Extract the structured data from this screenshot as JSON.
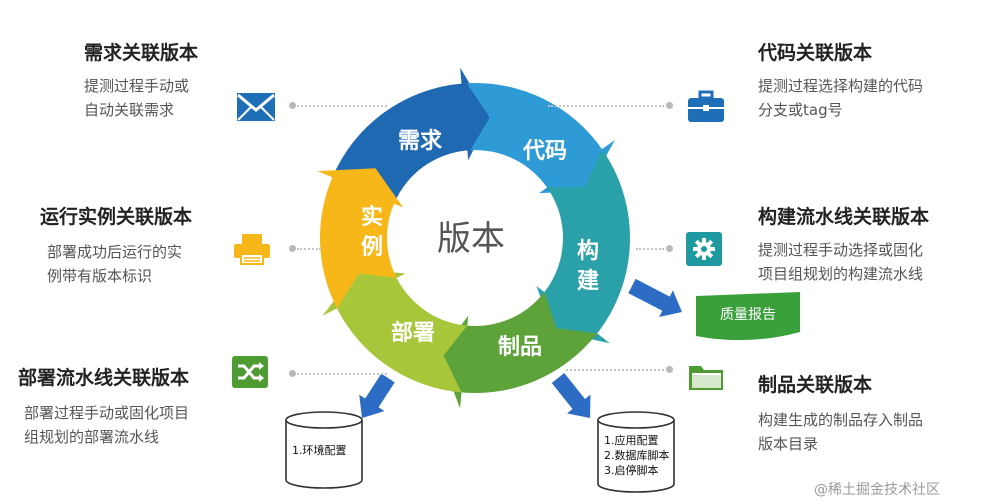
{
  "center_label": "版本",
  "segments": [
    {
      "label": "需求",
      "color": "#1f69b3"
    },
    {
      "label": "代码",
      "color": "#2e9bd6"
    },
    {
      "label": "构建",
      "color": "#2aa1a8"
    },
    {
      "label": "制品",
      "color": "#5ea33a"
    },
    {
      "label": "部署",
      "color": "#a8c63a"
    },
    {
      "label": "实例",
      "color": "#f7b718"
    }
  ],
  "left_items": [
    {
      "title": "需求关联版本",
      "desc": [
        "提测过程手动或",
        "自动关联需求"
      ],
      "icon": "envelope-icon"
    },
    {
      "title": "运行实例关联版本",
      "desc": [
        "部署成功后运行的实",
        "例带有版本标识"
      ],
      "icon": "printer-icon"
    },
    {
      "title": "部署流水线关联版本",
      "desc": [
        "部署过程手动或固化项目",
        "组规划的部署流水线"
      ],
      "icon": "shuffle-icon"
    }
  ],
  "right_items": [
    {
      "title": "代码关联版本",
      "desc": [
        "提测过程选择构建的代码",
        "分支或tag号"
      ],
      "icon": "briefcase-icon"
    },
    {
      "title": "构建流水线关联版本",
      "desc": [
        "提测过程手动选择或固化",
        "项目组规划的构建流水线"
      ],
      "icon": "gear-icon"
    },
    {
      "title": "制品关联版本",
      "desc": [
        "构建生成的制品存入制品",
        "版本目录"
      ],
      "icon": "folder-icon"
    }
  ],
  "quality_report": "质量报告",
  "env_db": [
    "1.环境配置"
  ],
  "artifact_db": [
    "1.应用配置",
    "2.数据库脚本",
    "3.启停脚本"
  ],
  "watermark": "@稀土掘金技术社区",
  "colors": {
    "icon_blue": "#1f6fb8",
    "icon_teal": "#1f9aa0",
    "icon_green": "#4f9b33",
    "report_green": "#3aa03c"
  }
}
